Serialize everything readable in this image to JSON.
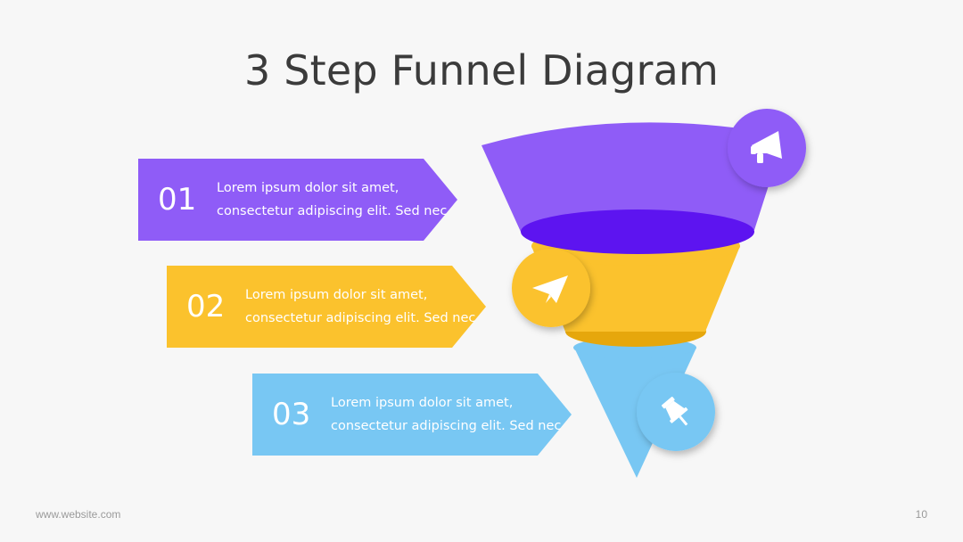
{
  "slide": {
    "title": "3 Step Funnel Diagram",
    "footer_website": "www.website.com",
    "page_number": "10"
  },
  "steps": [
    {
      "number": "01",
      "line1": "Lorem ipsum dolor sit amet,",
      "line2": "consectetur adipiscing elit. Sed nec",
      "color": "#8f5cf7",
      "icon": "megaphone-icon"
    },
    {
      "number": "02",
      "line1": "Lorem ipsum dolor sit amet,",
      "line2": "consectetur adipiscing elit. Sed nec",
      "color": "#fbc22d",
      "icon": "paper-plane-icon"
    },
    {
      "number": "03",
      "line1": "Lorem ipsum dolor sit amet,",
      "line2": "consectetur adipiscing elit. Sed nec",
      "color": "#78c7f3",
      "icon": "pushpin-icon"
    }
  ],
  "colors": {
    "purple_dark": "#5d14f0",
    "yellow_dark": "#e6a70c",
    "blue_dark": "#5ab3e6"
  }
}
